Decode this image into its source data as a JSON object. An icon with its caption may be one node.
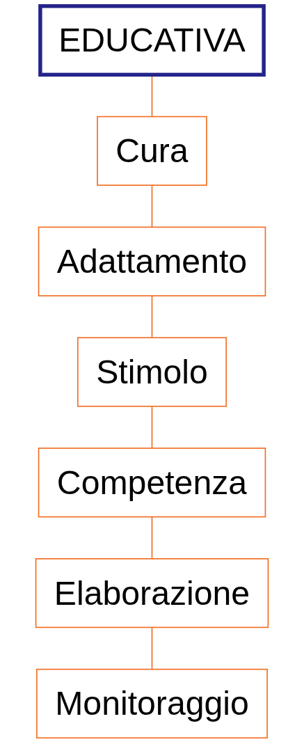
{
  "diagram": {
    "nodes": [
      {
        "text": [
          "EDUCATIVA"
        ]
      },
      {
        "text": [
          "Cura"
        ]
      },
      {
        "text": [
          "Adattamento"
        ]
      },
      {
        "text": [
          "Stimolo"
        ]
      },
      {
        "text": [
          "Competenza"
        ]
      },
      {
        "text": [
          "Elaborazione"
        ]
      },
      {
        "text": [
          "Monitoraggio"
        ]
      }
    ],
    "edges": [
      {
        "from": 0,
        "to": 1,
        "arrow": "none"
      },
      {
        "from": 1,
        "to": 2,
        "arrow": "none"
      },
      {
        "from": 2,
        "to": 3,
        "arrow": "none"
      },
      {
        "from": 3,
        "to": 4,
        "arrow": "none"
      },
      {
        "from": 4,
        "to": 5,
        "arrow": "none"
      },
      {
        "from": 5,
        "to": 6,
        "arrow": "none"
      }
    ]
  }
}
